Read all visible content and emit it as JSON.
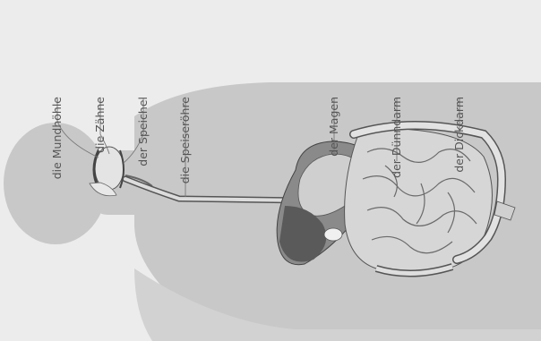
{
  "labels": {
    "mouth_cavity": "die Mundhöhle",
    "teeth": "die Zähne",
    "saliva": "der Speichel",
    "esophagus": "die Speiseröhre",
    "stomach": "der Magen",
    "small_intestine": "der Dünndarm",
    "large_intestine": "der Dickdarm"
  },
  "colors": {
    "background": "#ececec",
    "body_silhouette": "#c8c8c8",
    "organ_light": "#d8d8d8",
    "organ_dark": "#5a5a5a",
    "label_text": "#555555",
    "leader_line": "#777777"
  }
}
